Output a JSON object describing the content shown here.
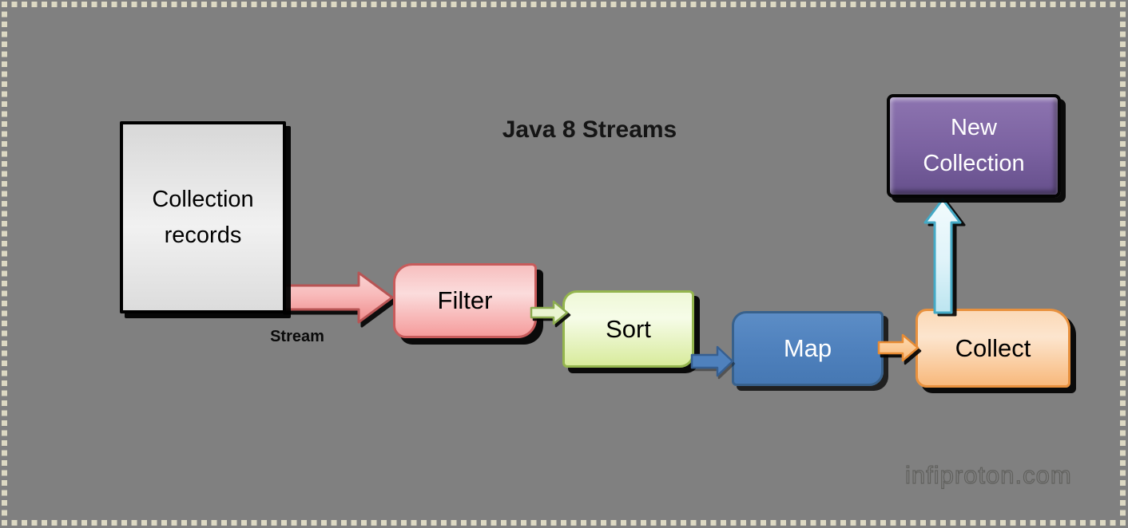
{
  "diagram": {
    "title": "Java 8 Streams",
    "watermark": "infiproton.com",
    "background_color": "#808080",
    "border_dot_color": "#DDD9C3"
  },
  "nodes": {
    "collection": {
      "label": "Collection records",
      "fill": "#E6E6E6",
      "border": "#000000",
      "text_color": "#000000"
    },
    "filter": {
      "label": "Filter",
      "fill": "#F8BDBD",
      "border": "#C75B5B",
      "text_color": "#000000"
    },
    "sort": {
      "label": "Sort",
      "fill": "#E4F2BC",
      "border": "#94B54E",
      "text_color": "#000000"
    },
    "map": {
      "label": "Map",
      "fill": "#4F81BD",
      "border": "#38618C",
      "text_color": "#FFFFFF"
    },
    "collect": {
      "label": "Collect",
      "fill": "#FACF9F",
      "border": "#E8913E",
      "text_color": "#000000"
    },
    "new_collection": {
      "label": "New Collection",
      "fill": "#7A61A0",
      "border": "#000000",
      "text_color": "#FFFFFF"
    }
  },
  "arrows": {
    "stream": {
      "label": "Stream",
      "from": "collection",
      "to": "filter",
      "fill": "#F5AFAF",
      "border": "#B75454",
      "direction": "right"
    },
    "filter_to_sort": {
      "from": "filter",
      "to": "sort",
      "fill": "#EAF5D0",
      "border": "#8CAC50",
      "direction": "right"
    },
    "sort_to_map": {
      "from": "sort",
      "to": "map",
      "fill": "#4F81BD",
      "border": "#365F91",
      "direction": "right"
    },
    "map_to_collect": {
      "from": "map",
      "to": "collect",
      "fill": "#FBCB97",
      "border": "#E78B33",
      "direction": "right"
    },
    "collect_to_new_collection": {
      "from": "collect",
      "to": "new_collection",
      "fill": "#D9F1F8",
      "border": "#44A9C5",
      "direction": "up"
    }
  }
}
